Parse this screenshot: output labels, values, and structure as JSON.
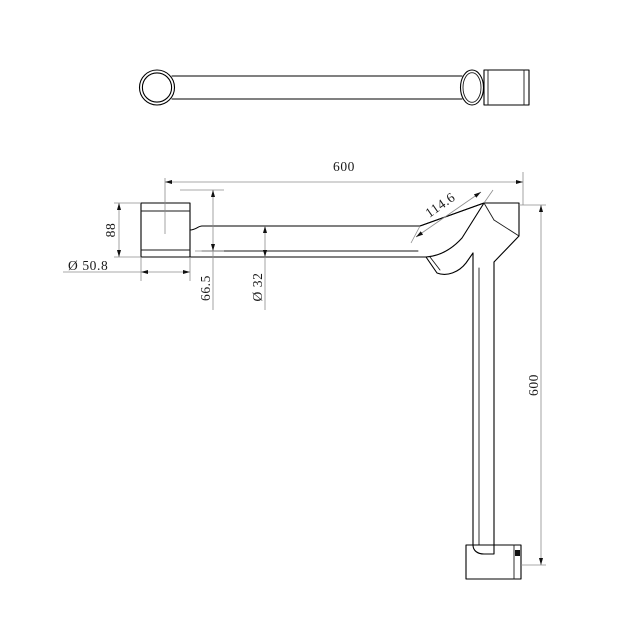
{
  "drawing": {
    "title": "Grab Rail Technical Drawing",
    "units": "mm",
    "views": [
      {
        "name": "top-view",
        "label": ""
      },
      {
        "name": "front-view",
        "label": ""
      }
    ],
    "line_color": "#000000",
    "dimension_color": "#8c8c8c",
    "background": "#ffffff"
  },
  "dimensions": {
    "overall_horizontal": "600",
    "overall_vertical": "600",
    "flange_height": "88",
    "flange_diameter": "Ø 50.8",
    "centre_offset": "66.5",
    "tube_diameter": "Ø 32",
    "corner_length": "114.6"
  }
}
